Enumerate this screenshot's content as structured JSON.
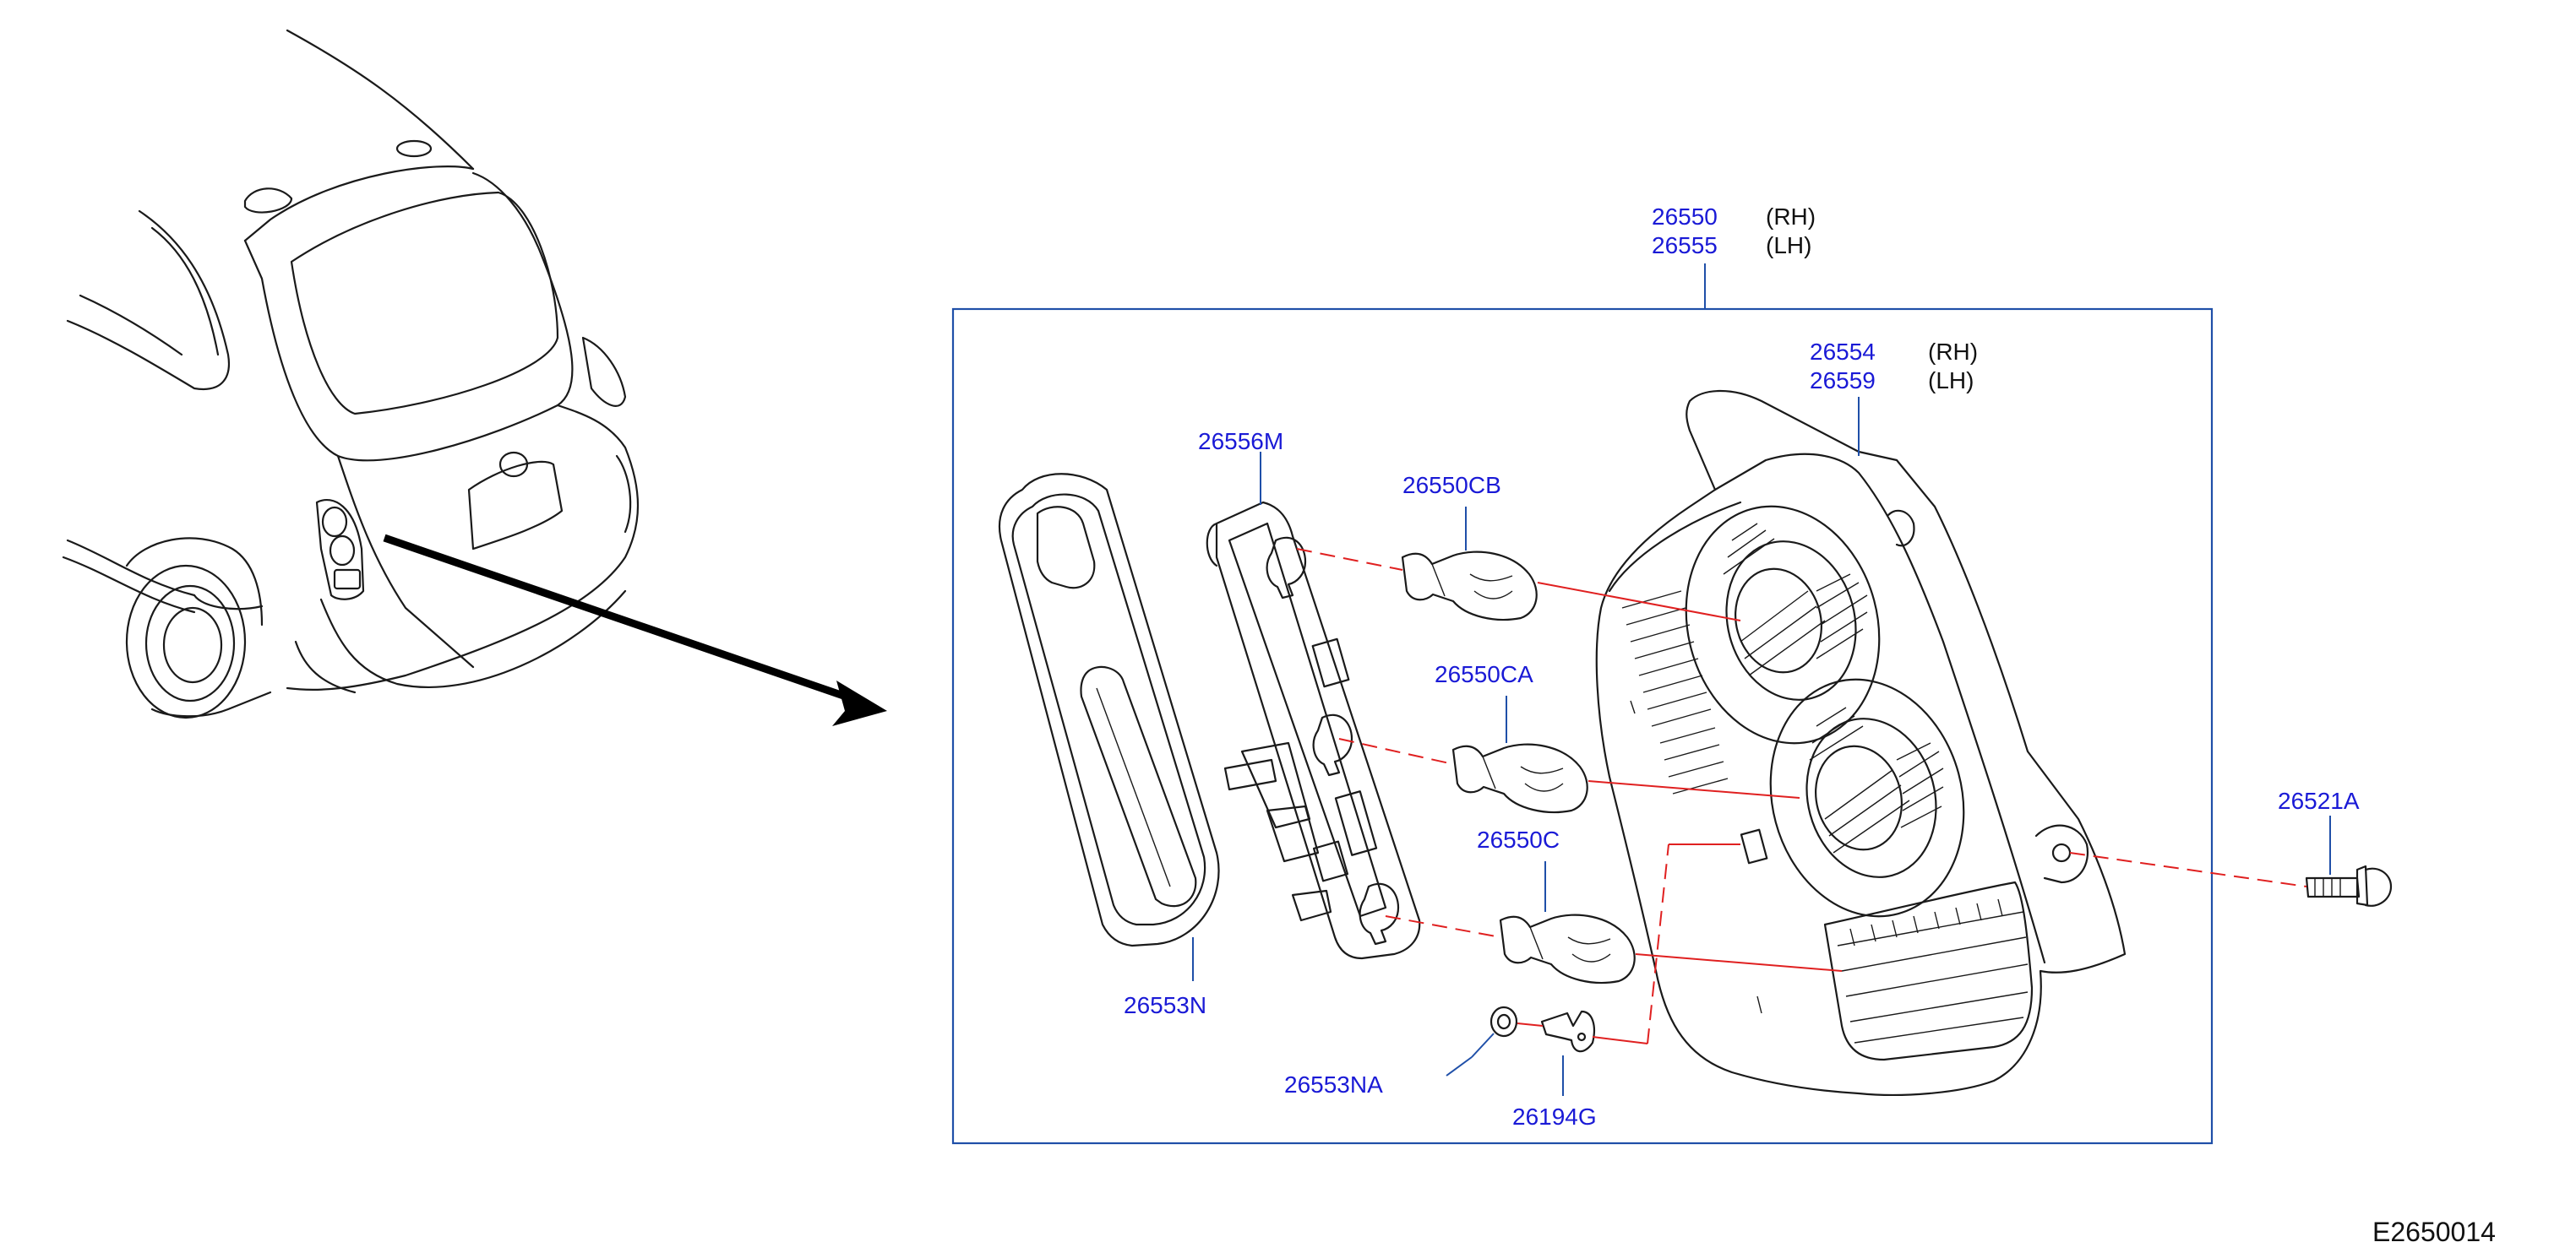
{
  "diagram": {
    "parts": {
      "lamp_assembly": {
        "rh": "26550",
        "lh": "26555",
        "rh_side": "(RH)",
        "lh_side": "(LH)"
      },
      "lamp_housing": {
        "rh": "26554",
        "lh": "26559",
        "rh_side": "(RH)",
        "lh_side": "(LH)"
      },
      "bulb_socket_plate": "26556M",
      "bulb_upper": "26550CB",
      "bulb_middle": "26550CA",
      "bulb_lower": "26550C",
      "gasket": "26553N",
      "grommet_washer": "26553NA",
      "clip": "26194G",
      "bolt": "26521A"
    },
    "drawing_code": "E2650014"
  }
}
